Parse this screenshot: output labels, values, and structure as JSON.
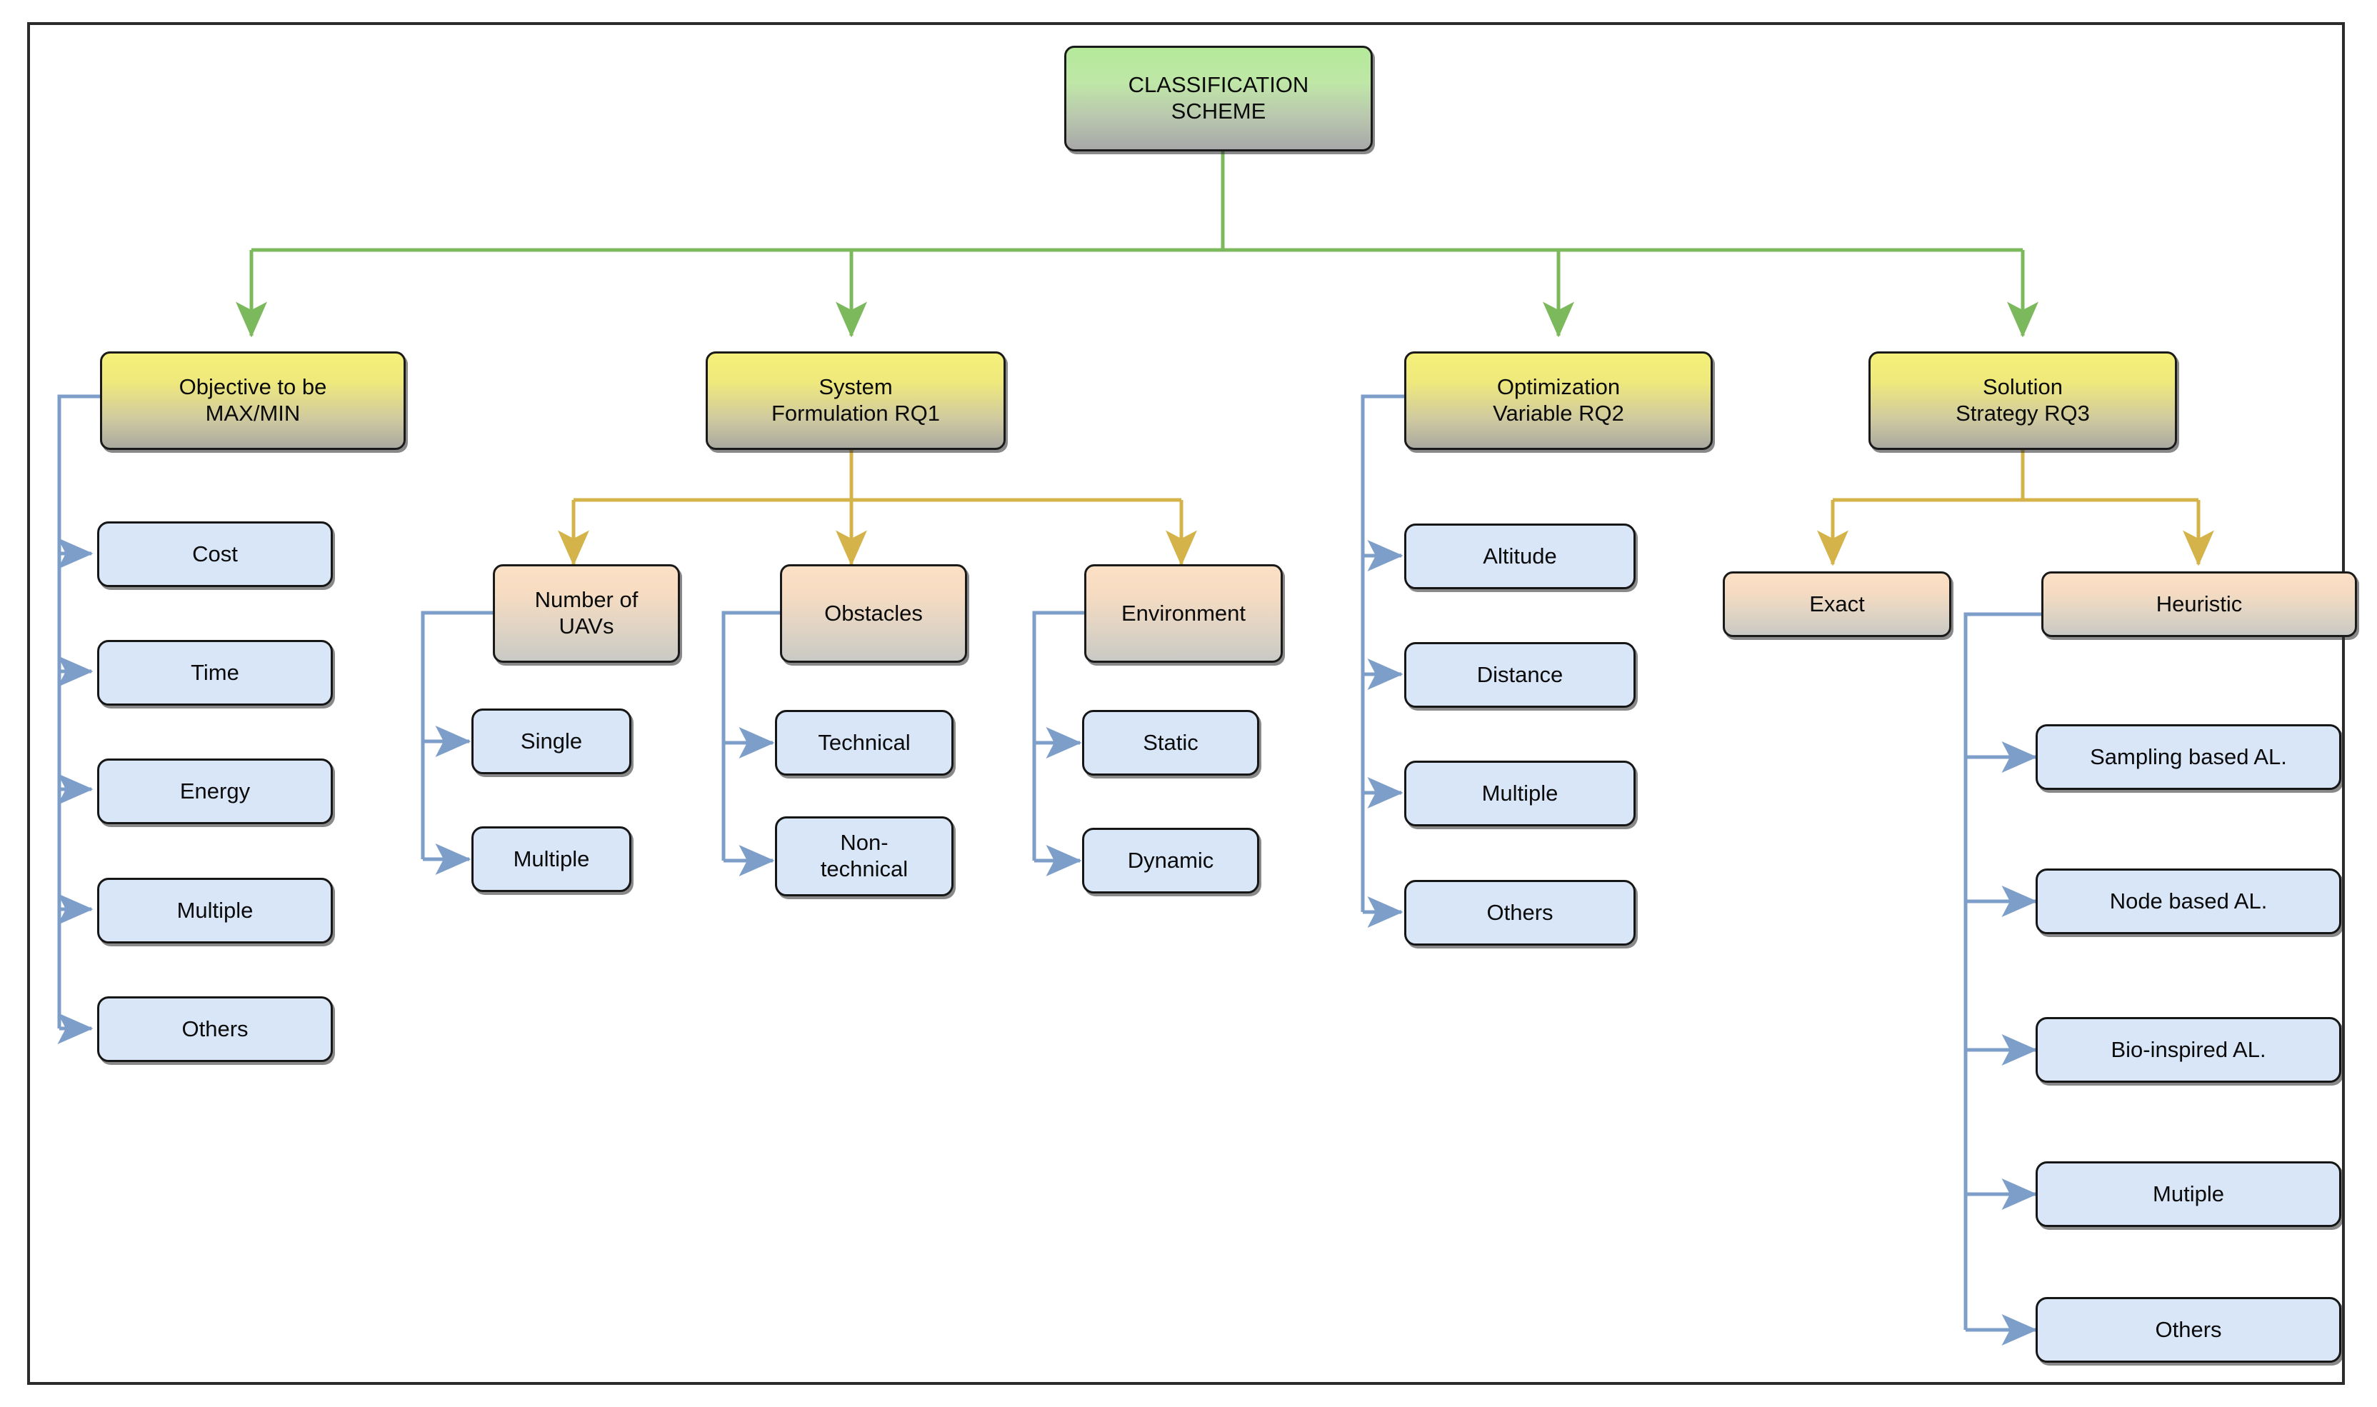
{
  "diagram": {
    "title": "CLASSIFICATION SCHEME",
    "type": "tree",
    "colors": {
      "root_fill": "#b4e99a",
      "level2_fill": "#f5f07a",
      "level3_fill": "#fbe0c6",
      "leaf_fill": "#d8e6f8",
      "green_edge": "#7cb85c",
      "gold_edge": "#d4b44a",
      "blue_edge": "#7d9ec9",
      "border": "#1a1a1a",
      "frame": "#2b2b2b"
    },
    "root": {
      "label": "CLASSIFICATION\nSCHEME"
    },
    "branches": [
      {
        "id": "objective",
        "label": "Objective to be\nMAX/MIN",
        "children": [
          {
            "label": "Cost"
          },
          {
            "label": "Time"
          },
          {
            "label": "Energy"
          },
          {
            "label": "Multiple"
          },
          {
            "label": "Others"
          }
        ]
      },
      {
        "id": "system-formulation",
        "label": "System\nFormulation RQ1",
        "subgroups": [
          {
            "id": "number-of-uavs",
            "label": "Number of\nUAVs",
            "children": [
              {
                "label": "Single"
              },
              {
                "label": "Multiple"
              }
            ]
          },
          {
            "id": "obstacles",
            "label": "Obstacles",
            "children": [
              {
                "label": "Technical"
              },
              {
                "label": "Non-\ntechnical"
              }
            ]
          },
          {
            "id": "environment",
            "label": "Environment",
            "children": [
              {
                "label": "Static"
              },
              {
                "label": "Dynamic"
              }
            ]
          }
        ]
      },
      {
        "id": "optimization-variable",
        "label": "Optimization\nVariable RQ2",
        "children": [
          {
            "label": "Altitude"
          },
          {
            "label": "Distance"
          },
          {
            "label": "Multiple"
          },
          {
            "label": "Others"
          }
        ]
      },
      {
        "id": "solution-strategy",
        "label": "Solution\nStrategy RQ3",
        "subgroups": [
          {
            "id": "exact",
            "label": "Exact",
            "children": []
          },
          {
            "id": "heuristic",
            "label": "Heuristic",
            "children": [
              {
                "label": "Sampling based AL."
              },
              {
                "label": "Node based AL."
              },
              {
                "label": "Bio-inspired AL."
              },
              {
                "label": "Mutiple"
              },
              {
                "label": "Others"
              }
            ]
          }
        ]
      }
    ]
  }
}
